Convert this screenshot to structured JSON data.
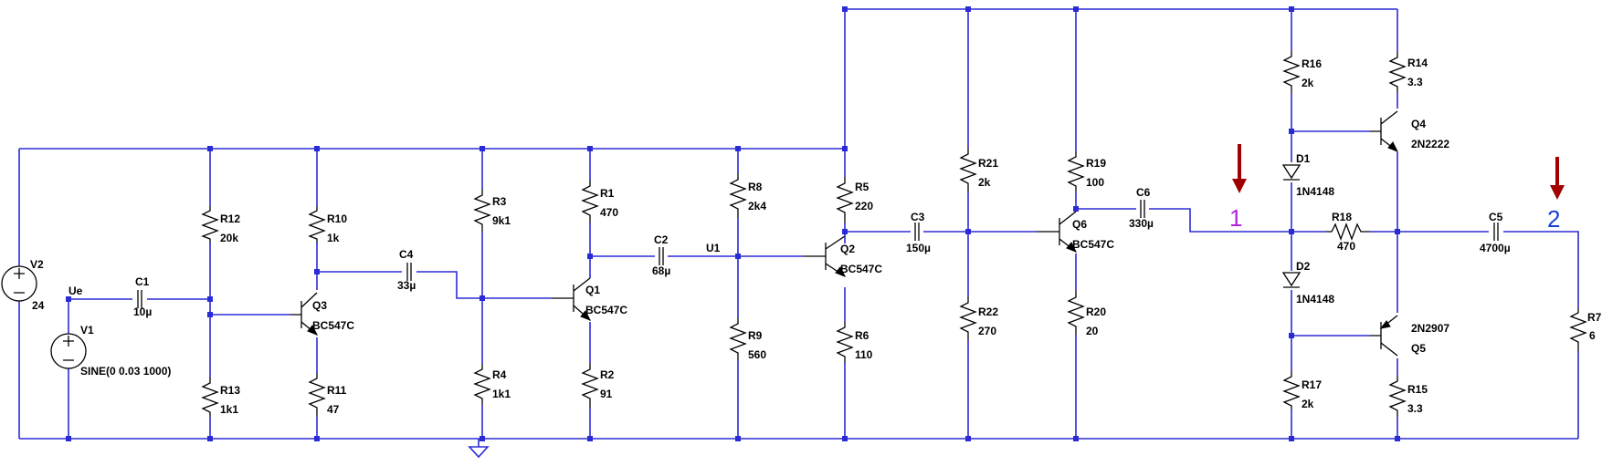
{
  "colors": {
    "wire": "#2b2bd6",
    "marker1": "#b026d9",
    "marker2": "#1a3fd6",
    "arrow": "#a00000"
  },
  "components": {
    "V2": {
      "name": "V2",
      "value": "24"
    },
    "V1": {
      "name": "V1",
      "value": "SINE(0 0.03 1000)"
    },
    "C1": {
      "name": "C1",
      "value": "10µ"
    },
    "R12": {
      "name": "R12",
      "value": "20k"
    },
    "R13": {
      "name": "R13",
      "value": "1k1"
    },
    "R10": {
      "name": "R10",
      "value": "1k"
    },
    "R11": {
      "name": "R11",
      "value": "47"
    },
    "Q3": {
      "name": "Q3",
      "value": "BC547C"
    },
    "C4": {
      "name": "C4",
      "value": "33µ"
    },
    "R3": {
      "name": "R3",
      "value": "9k1"
    },
    "R4": {
      "name": "R4",
      "value": "1k1"
    },
    "R1": {
      "name": "R1",
      "value": "470"
    },
    "R2": {
      "name": "R2",
      "value": "91"
    },
    "Q1": {
      "name": "Q1",
      "value": "BC547C"
    },
    "C2": {
      "name": "C2",
      "value": "68µ"
    },
    "R8": {
      "name": "R8",
      "value": "2k4"
    },
    "R9": {
      "name": "R9",
      "value": "560"
    },
    "R5": {
      "name": "R5",
      "value": "220"
    },
    "R6": {
      "name": "R6",
      "value": "110"
    },
    "Q2": {
      "name": "Q2",
      "value": "BC547C"
    },
    "C3": {
      "name": "C3",
      "value": "150µ"
    },
    "R21": {
      "name": "R21",
      "value": "2k"
    },
    "R22": {
      "name": "R22",
      "value": "270"
    },
    "R19": {
      "name": "R19",
      "value": "100"
    },
    "R20": {
      "name": "R20",
      "value": "20"
    },
    "Q6": {
      "name": "Q6",
      "value": "BC547C"
    },
    "C6": {
      "name": "C6",
      "value": "330µ"
    },
    "R16": {
      "name": "R16",
      "value": "2k"
    },
    "R17": {
      "name": "R17",
      "value": "2k"
    },
    "D1": {
      "name": "D1",
      "value": "1N4148"
    },
    "D2": {
      "name": "D2",
      "value": "1N4148"
    },
    "R18": {
      "name": "R18",
      "value": "470"
    },
    "R14": {
      "name": "R14",
      "value": "3.3"
    },
    "R15": {
      "name": "R15",
      "value": "3.3"
    },
    "Q4": {
      "name": "Q4",
      "value": "2N2222"
    },
    "Q5": {
      "name": "Q5",
      "value": "2N2907"
    },
    "C5": {
      "name": "C5",
      "value": "4700µ"
    },
    "R7": {
      "name": "R7",
      "value": "6"
    }
  },
  "nets": {
    "ue": "Ue",
    "u1": "U1"
  },
  "markers": {
    "m1": "1",
    "m2": "2"
  }
}
